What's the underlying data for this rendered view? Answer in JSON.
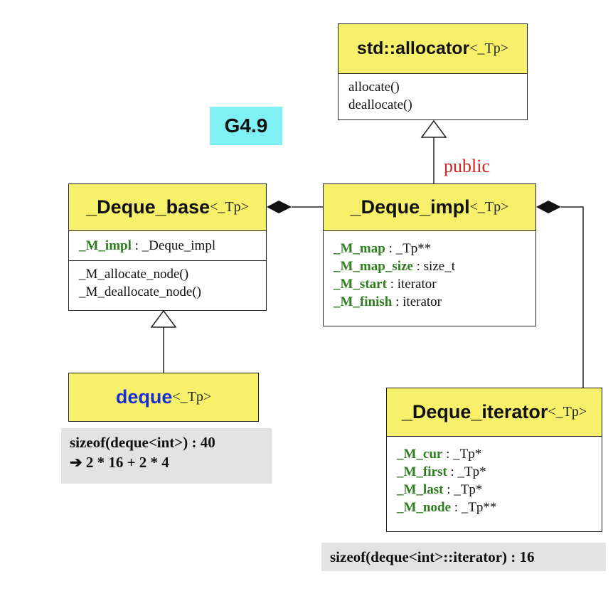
{
  "badge": "G4.9",
  "inheritance_label": "public",
  "allocator": {
    "name": "std::allocator",
    "tparam": "<_Tp>",
    "methods": [
      "allocate()",
      "deallocate()"
    ]
  },
  "deque_base": {
    "name": "_Deque_base",
    "tparam": "<_Tp>",
    "fields": [
      {
        "name": "_M_impl",
        "type": " : _Deque_impl"
      }
    ],
    "methods": [
      "_M_allocate_node()",
      "_M_deallocate_node()"
    ]
  },
  "deque_impl": {
    "name": "_Deque_impl",
    "tparam": "<_Tp>",
    "fields": [
      {
        "name": "_M_map",
        "type": " : _Tp**"
      },
      {
        "name": "_M_map_size",
        "type": " : size_t"
      },
      {
        "name": "_M_start",
        "type": " : iterator"
      },
      {
        "name": "_M_finish",
        "type": " : iterator"
      }
    ]
  },
  "deque": {
    "name": "deque",
    "tparam": "<_Tp>"
  },
  "deque_iterator": {
    "name": "_Deque_iterator",
    "tparam": "<_Tp>",
    "fields": [
      {
        "name": "_M_cur",
        "type": " : _Tp*"
      },
      {
        "name": "_M_first",
        "type": " : _Tp*"
      },
      {
        "name": "_M_last",
        "type": " : _Tp*"
      },
      {
        "name": "_M_node",
        "type": " : _Tp**"
      }
    ]
  },
  "notes": {
    "deque_size_line1": "sizeof(deque<int>) : 40",
    "deque_size_line2": "➔ 2 * 16 + 2 * 4",
    "iterator_size": "sizeof(deque<int>::iterator) : 16"
  },
  "colors": {
    "header": "#f7f06a",
    "field": "#2e7d1e",
    "deque_name": "#1a2fd6",
    "public": "#d62020",
    "badge": "#7ff1f4",
    "note": "#e3e3e3"
  }
}
